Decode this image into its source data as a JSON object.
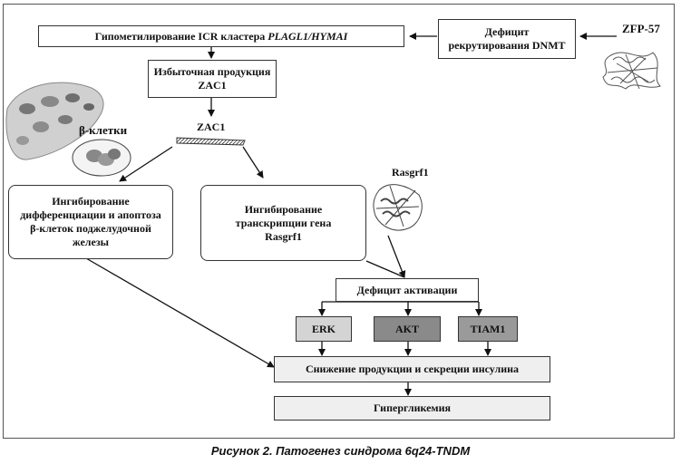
{
  "boxes": {
    "hypomethylation_prefix": "Гипометилирование ICR кластера ",
    "hypomethylation_genes": "PLAGL1/HYMAI",
    "dnmt_line1": "Дефицит",
    "dnmt_line2": "рекрутирования DNMT",
    "overproduction_line1": "Избыточная продукция",
    "overproduction_line2": "ZAC1",
    "inhibit_diff_line1": "Ингибирование",
    "inhibit_diff_line2": "дифференциации и апоптоза",
    "inhibit_diff_line3": "β-клеток поджелудочной",
    "inhibit_diff_line4": "железы",
    "inhibit_tr_line1": "Ингибирование",
    "inhibit_tr_line2": "транскрипции гена",
    "inhibit_tr_line3": "Rasgrf1",
    "activation_deficit": "Дефицит активации",
    "erk": "ERK",
    "akt": "AKT",
    "tiam1": "TIAM1",
    "insulin_decrease": "Снижение продукции и секреции инсулина",
    "hyperglycemia": "Гипергликемия"
  },
  "labels": {
    "zfp57": "ZFP-57",
    "zac1": "ZAC1",
    "beta_cells": "β-клетки",
    "rasgrf1": "Rasgrf1"
  },
  "colors": {
    "erk_fill": "#d4d4d4",
    "akt_fill": "#8a8a8a",
    "tiam1_fill": "#9a9a9a",
    "light_fill": "#efefef"
  },
  "caption": "Рисунок 2. Патогенез синдрома 6q24-TNDM"
}
